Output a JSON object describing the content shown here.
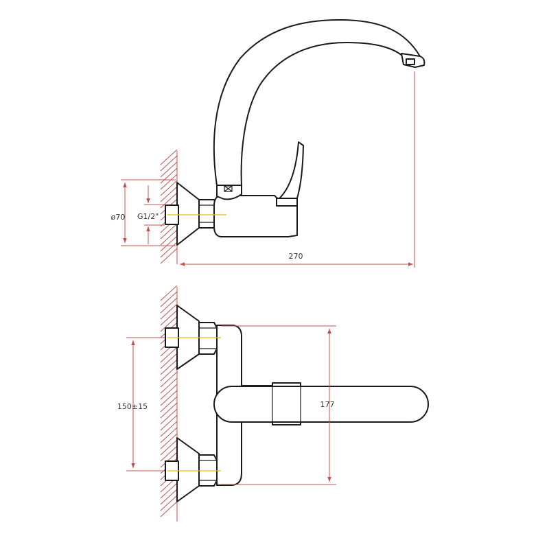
{
  "colors": {
    "outline": "#1a1a1a",
    "dimension": "#c0504d",
    "axis": "#e8c000"
  },
  "dimensions": {
    "flange_diameter": "ø70",
    "thread": "G1/2\"",
    "projection": "270",
    "center_distance": "150±15",
    "width": "177"
  }
}
